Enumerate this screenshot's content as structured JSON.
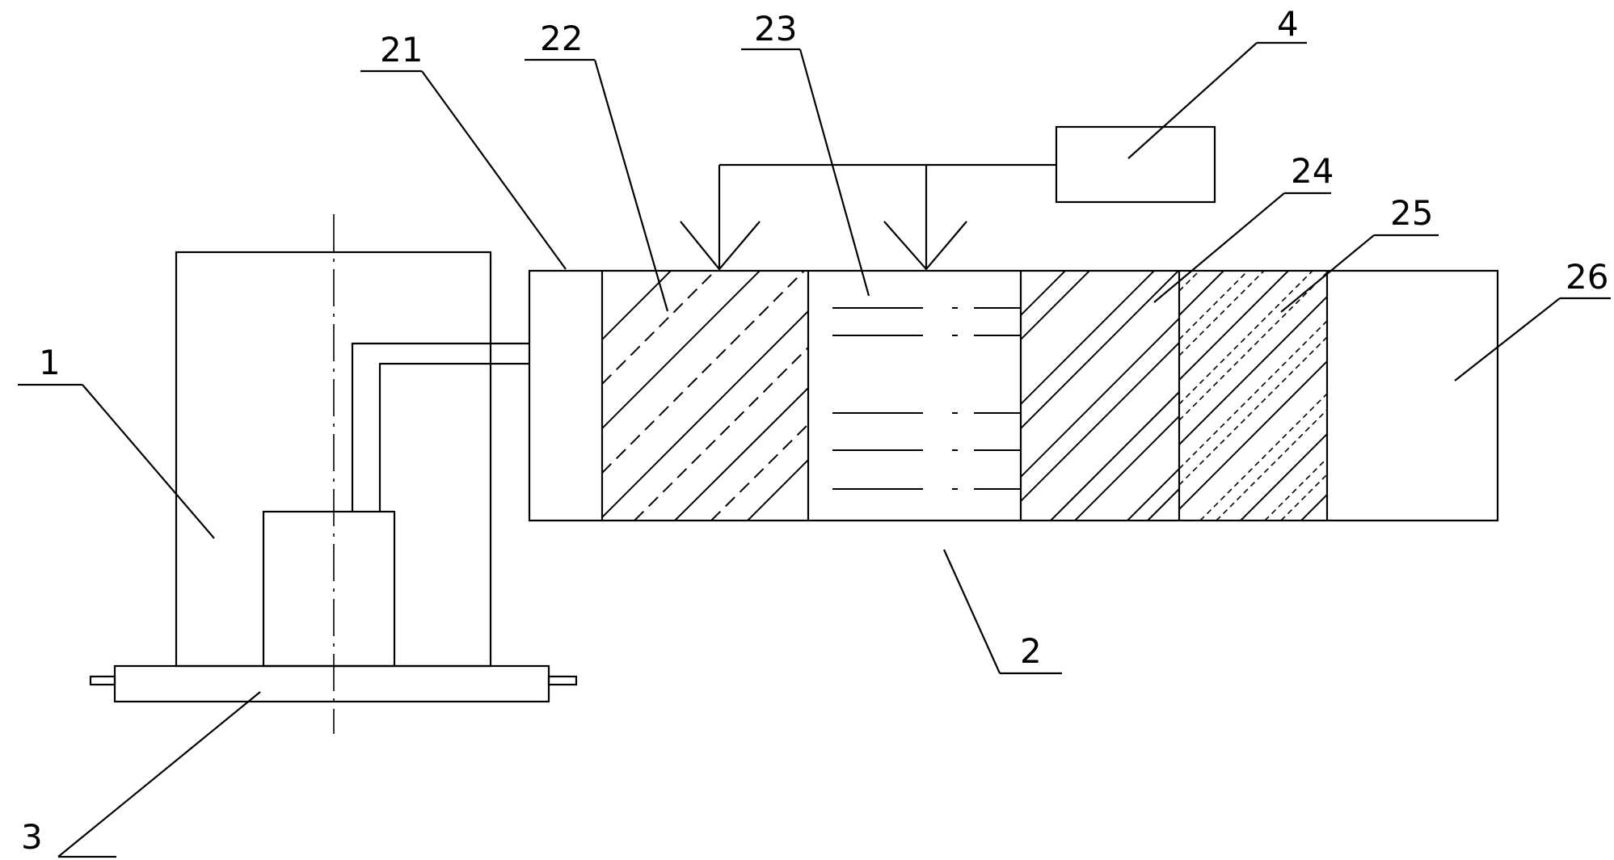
{
  "labels": {
    "unit_1": "1",
    "unit_2": "2",
    "unit_3": "3",
    "unit_4": "4",
    "layer_21": "21",
    "layer_22": "22",
    "layer_23": "23",
    "layer_24": "24",
    "layer_25": "25",
    "layer_26": "26"
  }
}
